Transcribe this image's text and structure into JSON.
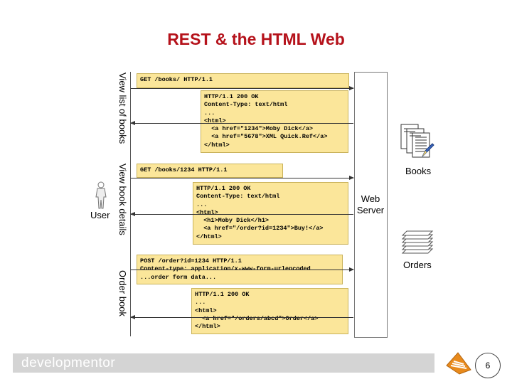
{
  "title": "REST & the HTML Web",
  "lanes": {
    "list": "View list of books",
    "details": "View book details",
    "order": "Order book"
  },
  "actors": {
    "user": "User",
    "server": [
      "Web",
      "Server"
    ],
    "books": "Books",
    "orders": "Orders"
  },
  "messages": [
    {
      "lines": [
        "GET /books/ HTTP/1.1"
      ]
    },
    {
      "lines": [
        "HTTP/1.1 200 OK",
        "Content-Type: text/html",
        "...",
        "<html>",
        "  <a href=\"1234\">Moby Dick</a>",
        "  <a href=\"5678\">XML Quick.Ref</a>",
        "</html>"
      ]
    },
    {
      "lines": [
        "GET /books/1234 HTTP/1.1"
      ]
    },
    {
      "lines": [
        "HTTP/1.1 200 OK",
        "Content-Type: text/html",
        "...",
        "<html>",
        "  <h1>Moby Dick</h1>",
        "  <a href=\"/order?id=1234\">Buy!</a>",
        "</html>"
      ]
    },
    {
      "lines": [
        "POST /order?id=1234 HTTP/1.1",
        "Content-type: application/x-www-form-urlencoded",
        "...order form data..."
      ]
    },
    {
      "lines": [
        "HTTP/1.1 200 OK",
        "...",
        "<html>",
        "  <a href=\"/orders/abcd\">Order</a>",
        "</html>"
      ]
    }
  ],
  "footer": {
    "brand": "developmentor",
    "page": "6"
  },
  "colors": {
    "title": "#b5121b",
    "message_bg": "#fbe69a",
    "footer_bg": "#d4d4d4"
  },
  "icons": [
    "user-figure-icon",
    "books-documents-icon",
    "pen-icon",
    "orders-stack-icon",
    "developmentor-logo-icon"
  ]
}
